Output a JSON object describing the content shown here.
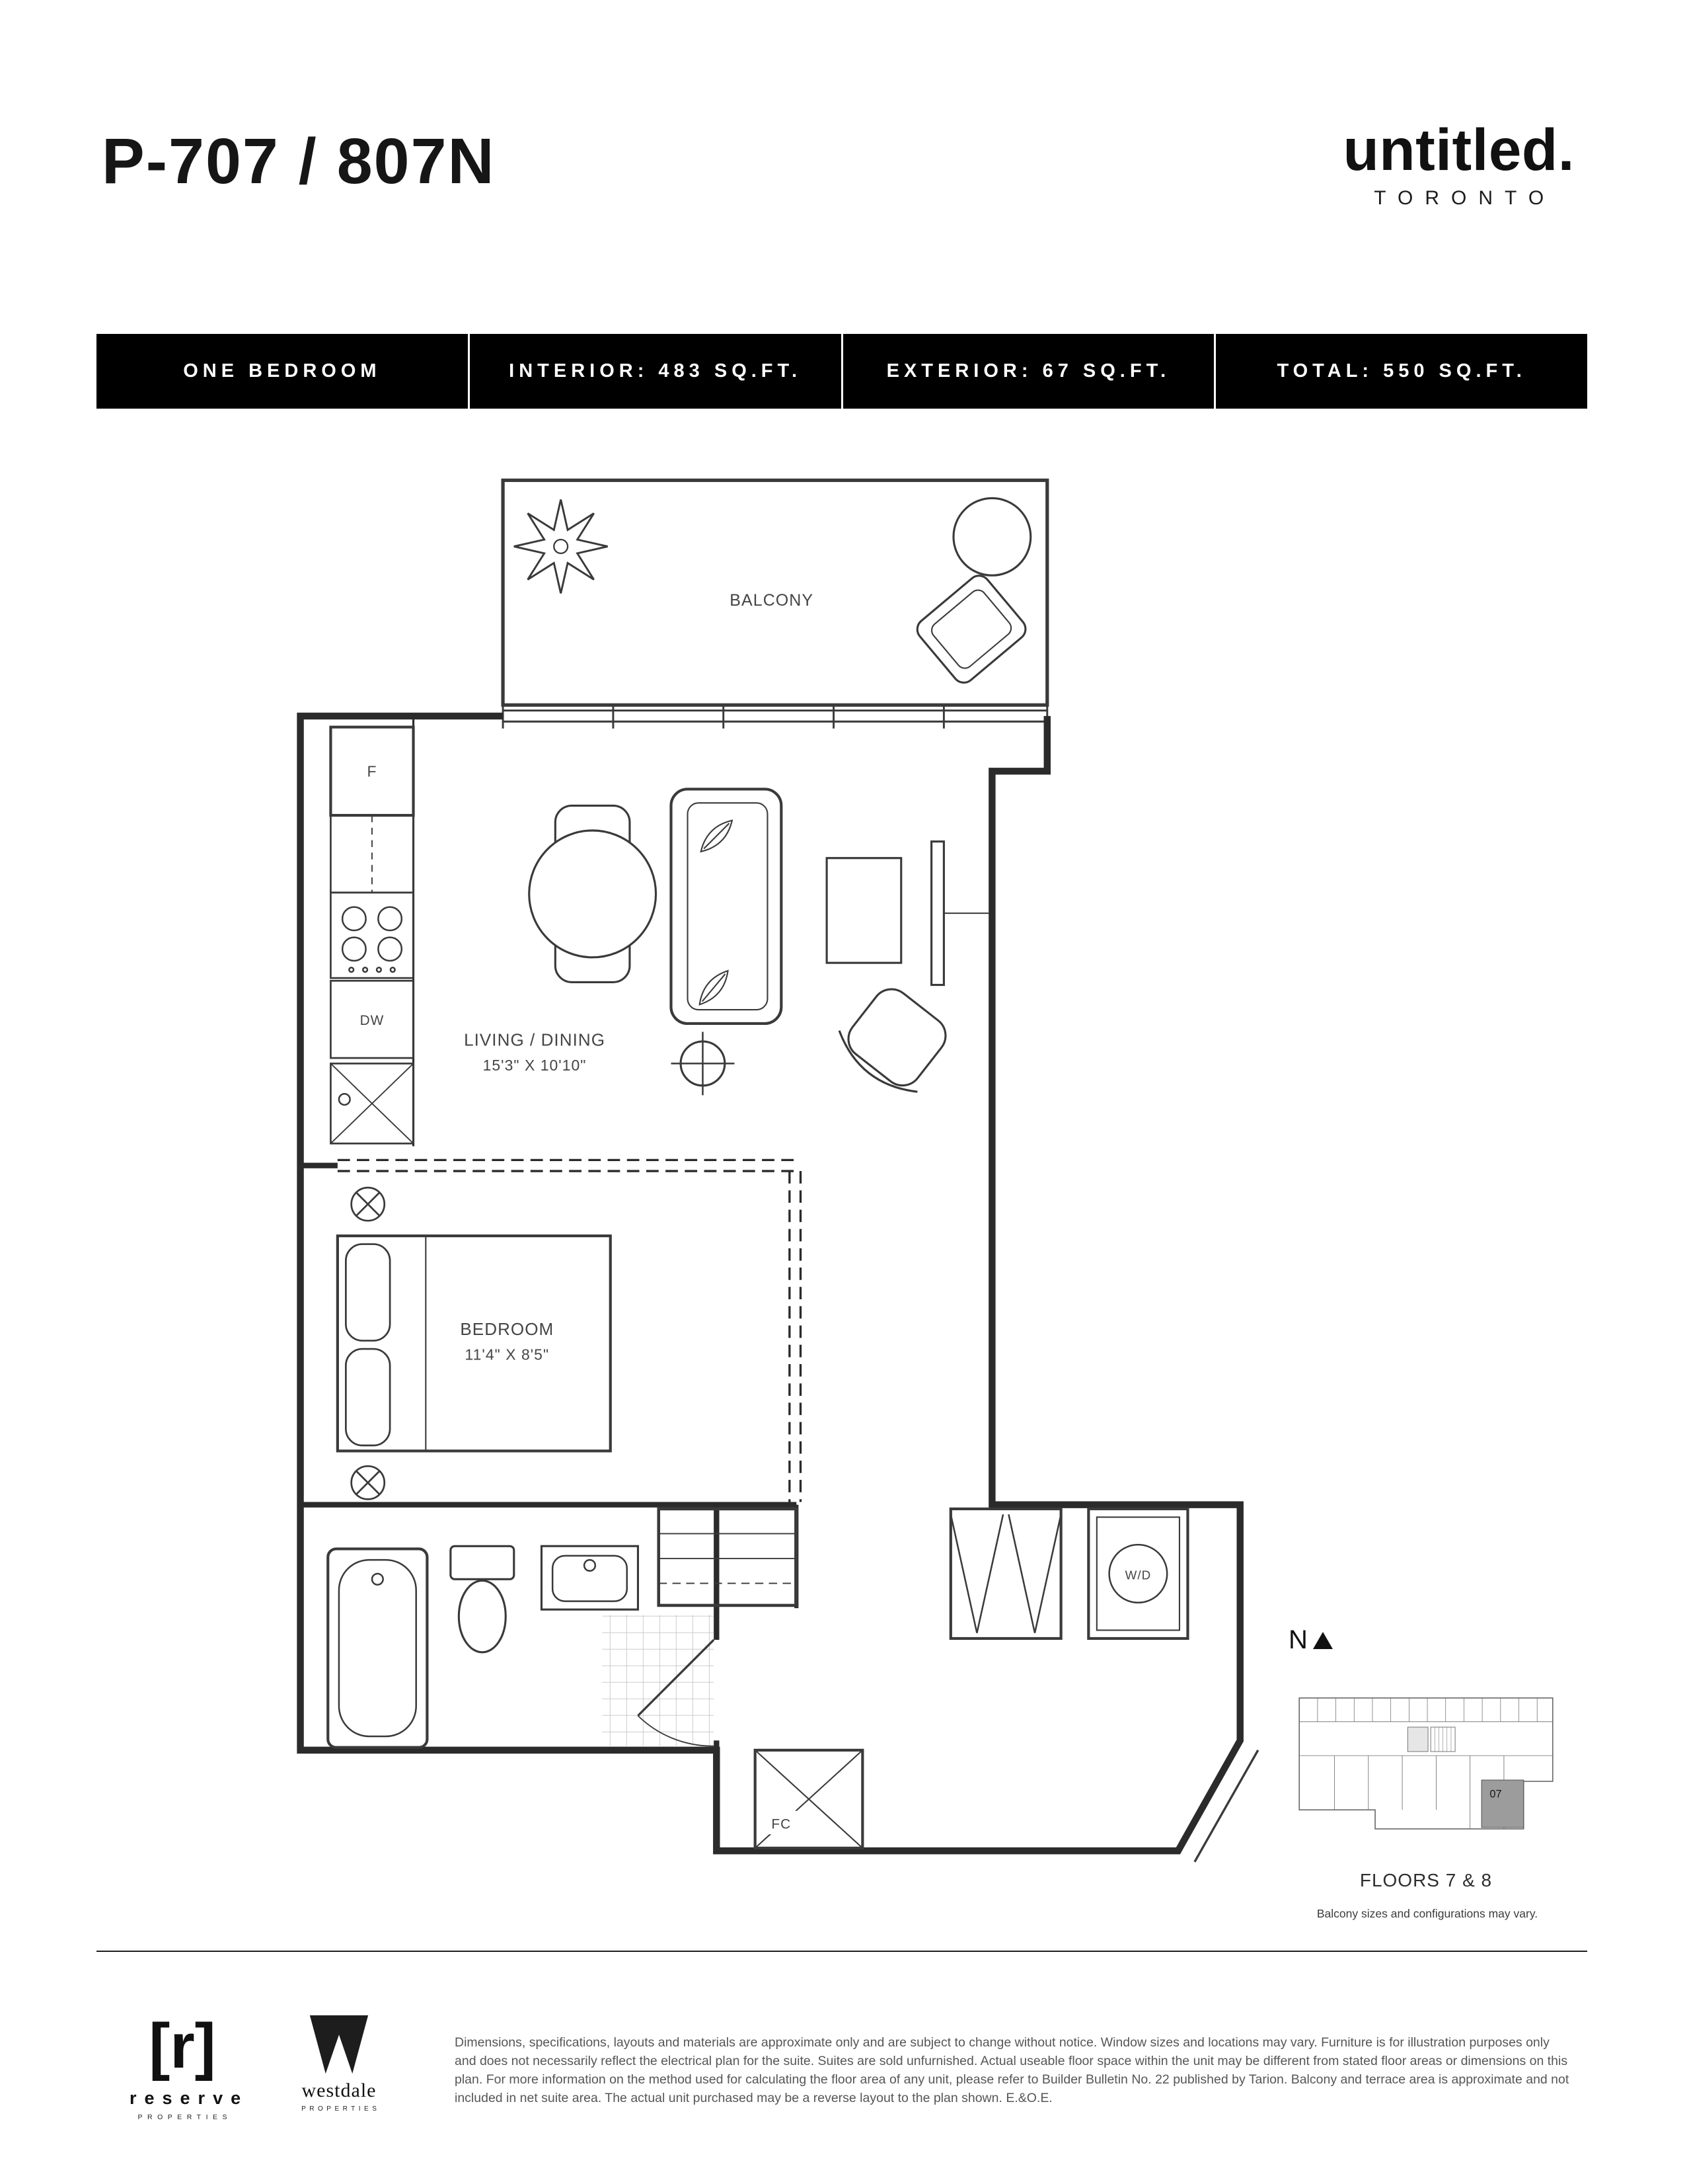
{
  "header": {
    "unit_title": "P-707 / 807N",
    "brand_name": "untitled.",
    "brand_city": "TORONTO"
  },
  "info_bar": {
    "cells": [
      "ONE BEDROOM",
      "INTERIOR: 483 SQ.FT.",
      "EXTERIOR: 67 SQ.FT.",
      "TOTAL: 550 SQ.FT."
    ]
  },
  "floor_plan": {
    "balcony_label": "BALCONY",
    "living_label": "LIVING / DINING",
    "living_dims": "15'3\" X 10'10\"",
    "bedroom_label": "BEDROOM",
    "bedroom_dims": "11'4\" X 8'5\"",
    "fridge_label": "F",
    "dishwasher_label": "DW",
    "washer_dryer_label": "W/D",
    "fan_coil_label": "FC"
  },
  "key_plan": {
    "north_label": "N",
    "unit_number": "07",
    "floors_label": "FLOORS 7 & 8",
    "balcony_note": "Balcony sizes and configurations may vary."
  },
  "footer": {
    "reserve": {
      "mark": "[r]",
      "name": "reserve",
      "tagline": "PROPERTIES"
    },
    "westdale": {
      "name": "westdale",
      "tagline": "PROPERTIES"
    },
    "disclaimer": "Dimensions, specifications, layouts and materials are approximate only and are subject to change without notice. Window sizes and locations may vary. Furniture is for illustration purposes only and does not necessarily reflect the electrical plan for the suite. Suites are sold unfurnished. Actual useable floor space within the unit may be different from stated floor areas or dimensions on this plan.  For more information on the method used for calculating the floor area of any unit, please refer to Builder Bulletin No. 22 published by Tarion. Balcony and terrace area is approximate and not included in net suite area. The actual unit purchased may be a reverse layout to the plan shown. E.&O.E."
  },
  "colors": {
    "info_bar_bg": "#000000",
    "wall_line": "#2b2b2b",
    "fixture_line": "#3a3a3a",
    "unit_highlight": "#9c9c9c"
  }
}
